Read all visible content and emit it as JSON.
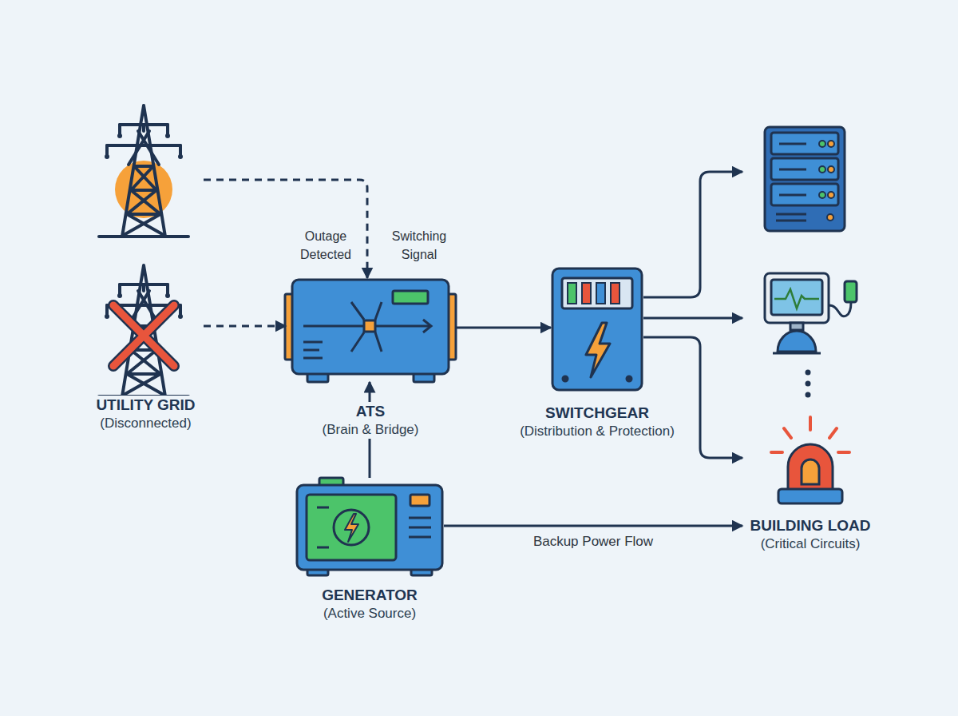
{
  "diagram": {
    "nodes": [
      {
        "text": [
          "UTILITY GRID",
          "(Disconnected)"
        ]
      },
      {
        "text": [
          "ATS",
          "(Brain & Bridge)"
        ]
      },
      {
        "text": [
          "SWITCHGEAR",
          "(Distribution & Protection)"
        ]
      },
      {
        "text": [
          "GENERATOR",
          "(Active Source)"
        ]
      },
      {
        "text": [
          "BUILDING LOAD",
          "(Critical Circuits)"
        ]
      }
    ],
    "edges": [
      {
        "from": 0,
        "to": 1,
        "arrow": "to"
      },
      {
        "from": 0,
        "to": 1,
        "arrow": "to"
      },
      {
        "from": 1,
        "to": 2,
        "arrow": "to"
      },
      {
        "from": 3,
        "to": 1,
        "arrow": "to"
      },
      {
        "from": 2,
        "to": 4,
        "arrow": "to"
      },
      {
        "from": 2,
        "to": 4,
        "arrow": "to"
      },
      {
        "from": 2,
        "to": 4,
        "arrow": "to"
      },
      {
        "from": 3,
        "to": 4,
        "label": "Backup Power Flow",
        "arrow": "to"
      }
    ],
    "labels": [
      "Outage Detected",
      "Switching Signal"
    ]
  }
}
